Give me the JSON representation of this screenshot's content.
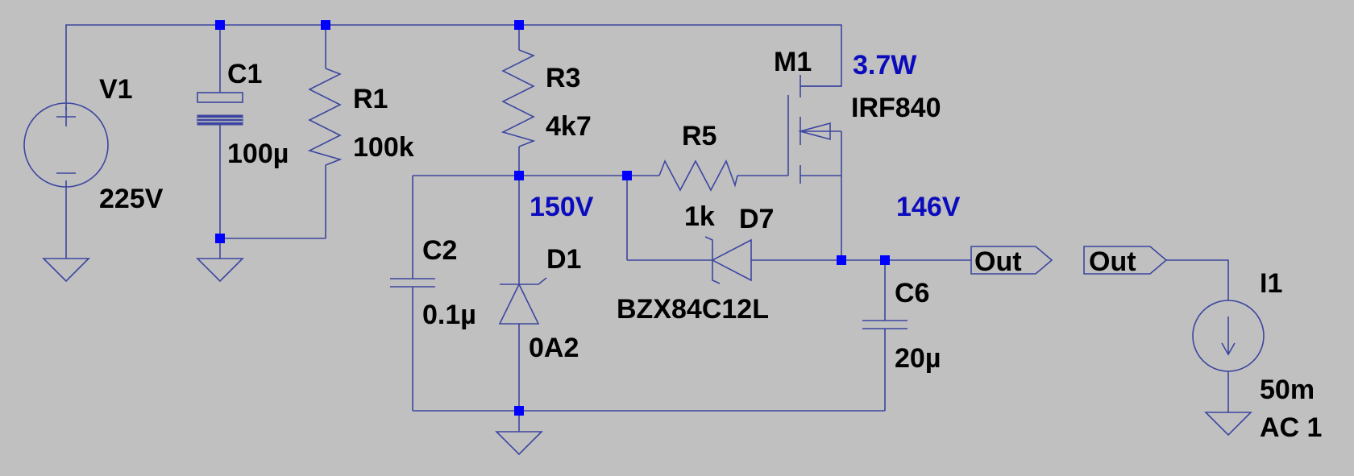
{
  "colors": {
    "background": "#c0c0c0",
    "wire": "#3c46a0",
    "junction": "#0000ff",
    "annotation": "#0b0bbe",
    "text": "#000000"
  },
  "components": {
    "V1": {
      "name": "V1",
      "value": "225V"
    },
    "C1": {
      "name": "C1",
      "value": "100µ"
    },
    "R1": {
      "name": "R1",
      "value": "100k"
    },
    "R3": {
      "name": "R3",
      "value": "4k7"
    },
    "R5": {
      "name": "R5",
      "value": "1k"
    },
    "M1": {
      "name": "M1",
      "value": "IRF840"
    },
    "D7": {
      "name": "D7",
      "value": "BZX84C12L"
    },
    "C2": {
      "name": "C2",
      "value": "0.1µ"
    },
    "D1": {
      "name": "D1",
      "value": "0A2"
    },
    "C6": {
      "name": "C6",
      "value": "20µ"
    },
    "I1": {
      "name": "I1",
      "value": "50m",
      "value2": "AC 1"
    }
  },
  "annotations": {
    "m1_power": "3.7W",
    "zener_node": "150V",
    "output_node": "146V"
  },
  "net_labels": {
    "out_left": "Out",
    "out_right": "Out"
  },
  "icons": [
    "plus-icon",
    "minus-icon",
    "arrow-down-icon",
    "ground-icon"
  ]
}
